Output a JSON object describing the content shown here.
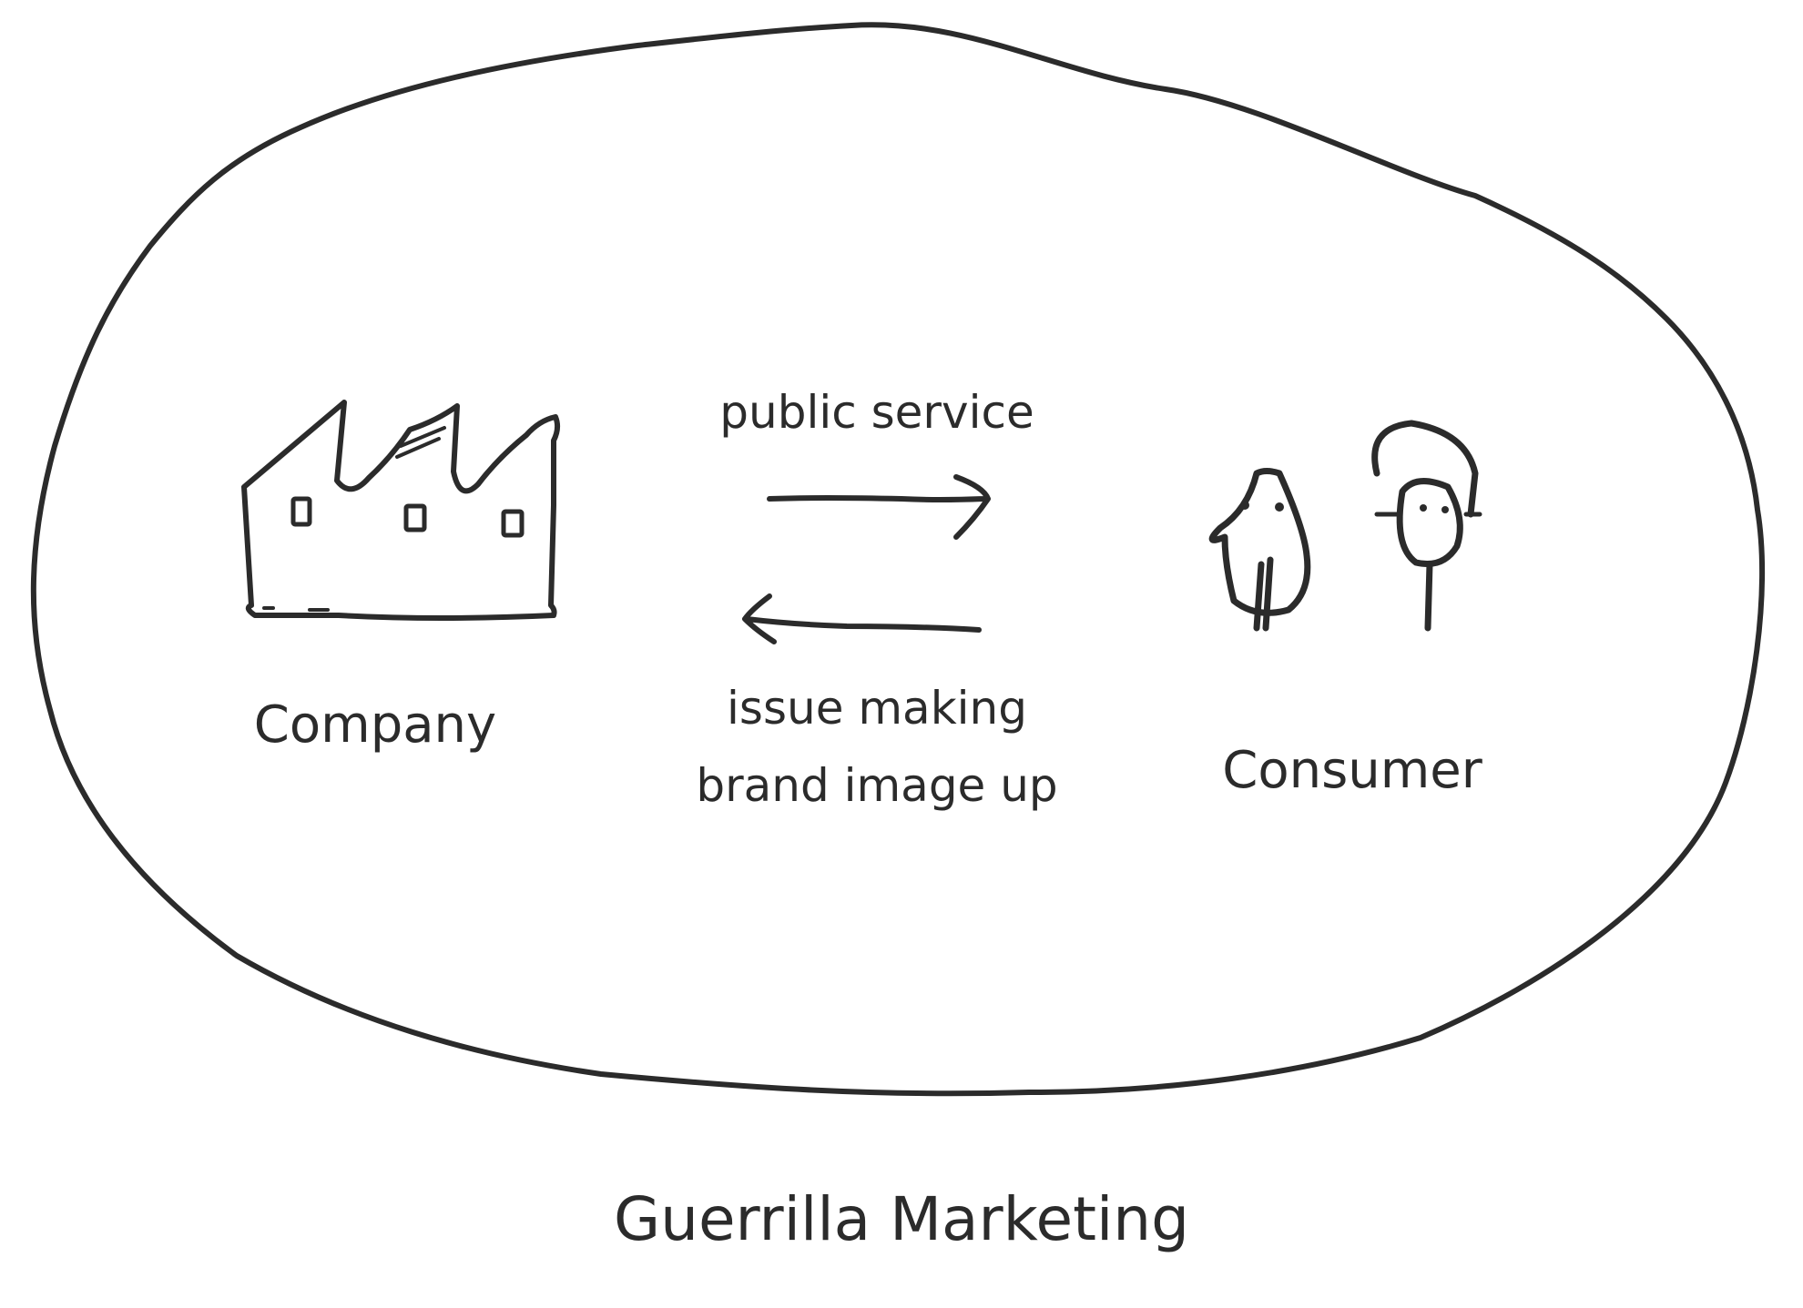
{
  "diagram": {
    "title": "Guerrilla Marketing",
    "nodes": {
      "company": {
        "label": "Company",
        "icon": "factory-icon"
      },
      "consumer": {
        "label": "Consumer",
        "icon": "people-icon"
      }
    },
    "edges": {
      "to_consumer": {
        "label": "public service",
        "direction": "company-to-consumer"
      },
      "to_company": {
        "label_line1": "issue making",
        "label_line2": "brand image up",
        "direction": "consumer-to-company"
      }
    },
    "colors": {
      "ink": "#2b2b2b",
      "background": "#ffffff"
    }
  }
}
